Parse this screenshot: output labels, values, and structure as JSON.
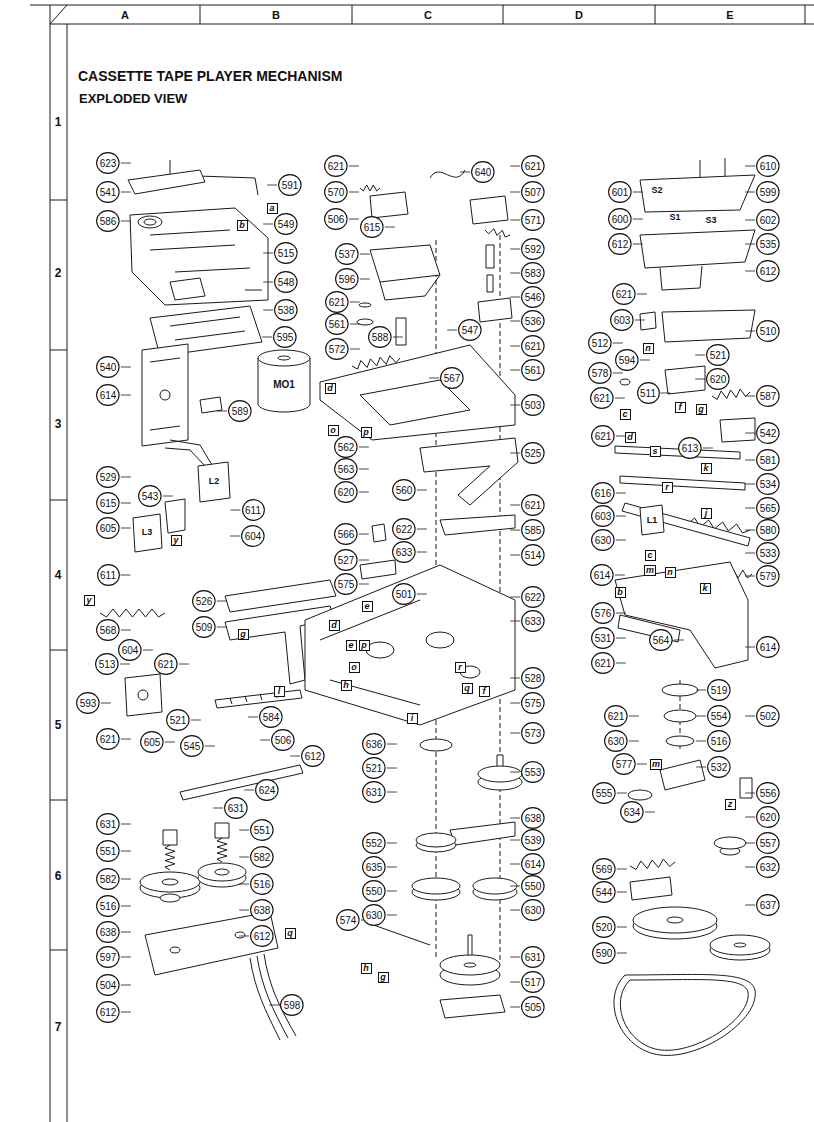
{
  "diagram": {
    "title": "CASSETTE TAPE PLAYER MECHANISM",
    "nodes": [
      {
        "text": [
          "623"
        ]
      },
      {
        "text": [
          "541"
        ]
      },
      {
        "text": [
          "591"
        ]
      },
      {
        "text": [
          "a"
        ]
      },
      {
        "text": [
          "586"
        ]
      },
      {
        "text": [
          "b"
        ]
      },
      {
        "text": [
          "549"
        ]
      },
      {
        "text": [
          "515"
        ]
      },
      {
        "text": [
          "548"
        ]
      },
      {
        "text": [
          "538"
        ]
      },
      {
        "text": [
          "595"
        ]
      },
      {
        "text": [
          "540"
        ]
      },
      {
        "text": [
          "614"
        ]
      },
      {
        "text": [
          "589"
        ]
      },
      {
        "text": [
          "529"
        ]
      },
      {
        "text": [
          "615"
        ]
      },
      {
        "text": [
          "605"
        ]
      },
      {
        "text": [
          "543"
        ]
      },
      {
        "text": [
          "y"
        ]
      },
      {
        "text": [
          "611"
        ]
      },
      {
        "text": [
          "604"
        ]
      },
      {
        "text": [
          "611"
        ]
      },
      {
        "text": [
          "y"
        ]
      },
      {
        "text": [
          "568"
        ]
      },
      {
        "text": [
          "526"
        ]
      },
      {
        "text": [
          "g"
        ]
      },
      {
        "text": [
          "509"
        ]
      },
      {
        "text": [
          "604"
        ]
      },
      {
        "text": [
          "513"
        ]
      },
      {
        "text": [
          "621"
        ]
      },
      {
        "text": [
          "593"
        ]
      },
      {
        "text": [
          "l"
        ]
      },
      {
        "text": [
          "584"
        ]
      },
      {
        "text": [
          "521"
        ]
      },
      {
        "text": [
          "621"
        ]
      },
      {
        "text": [
          "605"
        ]
      },
      {
        "text": [
          "545"
        ]
      },
      {
        "text": [
          "506"
        ]
      },
      {
        "text": [
          "612"
        ]
      },
      {
        "text": [
          "624"
        ]
      },
      {
        "text": [
          "631"
        ]
      },
      {
        "text": [
          "551"
        ]
      },
      {
        "text": [
          "582"
        ]
      },
      {
        "text": [
          "516"
        ]
      },
      {
        "text": [
          "638"
        ]
      },
      {
        "text": [
          "597"
        ]
      },
      {
        "text": [
          "504"
        ]
      },
      {
        "text": [
          "612"
        ]
      },
      {
        "text": [
          "631"
        ]
      },
      {
        "text": [
          "551"
        ]
      },
      {
        "text": [
          "582"
        ]
      },
      {
        "text": [
          "516"
        ]
      },
      {
        "text": [
          "638"
        ]
      },
      {
        "text": [
          "612"
        ]
      },
      {
        "text": [
          "598"
        ]
      },
      {
        "text": [
          "621"
        ]
      },
      {
        "text": [
          "570"
        ]
      },
      {
        "text": [
          "506"
        ]
      },
      {
        "text": [
          "640"
        ]
      },
      {
        "text": [
          "621"
        ]
      },
      {
        "text": [
          "507"
        ]
      },
      {
        "text": [
          "571"
        ]
      },
      {
        "text": [
          "615"
        ]
      },
      {
        "text": [
          "537"
        ]
      },
      {
        "text": [
          "596"
        ]
      },
      {
        "text": [
          "592"
        ]
      },
      {
        "text": [
          "583"
        ]
      },
      {
        "text": [
          "546"
        ]
      },
      {
        "text": [
          "621"
        ]
      },
      {
        "text": [
          "561"
        ]
      },
      {
        "text": [
          "572"
        ]
      },
      {
        "text": [
          "588"
        ]
      },
      {
        "text": [
          "547"
        ]
      },
      {
        "text": [
          "536"
        ]
      },
      {
        "text": [
          "621"
        ]
      },
      {
        "text": [
          "561"
        ]
      },
      {
        "text": [
          "567"
        ]
      },
      {
        "text": [
          "503"
        ]
      },
      {
        "text": [
          "d"
        ]
      },
      {
        "text": [
          "o"
        ]
      },
      {
        "text": [
          "p"
        ]
      },
      {
        "text": [
          "562"
        ]
      },
      {
        "text": [
          "563"
        ]
      },
      {
        "text": [
          "620"
        ]
      },
      {
        "text": [
          "525"
        ]
      },
      {
        "text": [
          "560"
        ]
      },
      {
        "text": [
          "621"
        ]
      },
      {
        "text": [
          "585"
        ]
      },
      {
        "text": [
          "622"
        ]
      },
      {
        "text": [
          "633"
        ]
      },
      {
        "text": [
          "566"
        ]
      },
      {
        "text": [
          "514"
        ]
      },
      {
        "text": [
          "527"
        ]
      },
      {
        "text": [
          "575"
        ]
      },
      {
        "text": [
          "e"
        ]
      },
      {
        "text": [
          "501"
        ]
      },
      {
        "text": [
          "622"
        ]
      },
      {
        "text": [
          "633"
        ]
      },
      {
        "text": [
          "d"
        ]
      },
      {
        "text": [
          "e"
        ]
      },
      {
        "text": [
          "p"
        ]
      },
      {
        "text": [
          "o"
        ]
      },
      {
        "text": [
          "h"
        ]
      },
      {
        "text": [
          "r"
        ]
      },
      {
        "text": [
          "q"
        ]
      },
      {
        "text": [
          "528"
        ]
      },
      {
        "text": [
          "f"
        ]
      },
      {
        "text": [
          "575"
        ]
      },
      {
        "text": [
          "i"
        ]
      },
      {
        "text": [
          "573"
        ]
      },
      {
        "text": [
          "636"
        ]
      },
      {
        "text": [
          "521"
        ]
      },
      {
        "text": [
          "631"
        ]
      },
      {
        "text": [
          "553"
        ]
      },
      {
        "text": [
          "638"
        ]
      },
      {
        "text": [
          "539"
        ]
      },
      {
        "text": [
          "552"
        ]
      },
      {
        "text": [
          "614"
        ]
      },
      {
        "text": [
          "635"
        ]
      },
      {
        "text": [
          "550"
        ]
      },
      {
        "text": [
          "550"
        ]
      },
      {
        "text": [
          "630"
        ]
      },
      {
        "text": [
          "630"
        ]
      },
      {
        "text": [
          "q"
        ]
      },
      {
        "text": [
          "574"
        ]
      },
      {
        "text": [
          "631"
        ]
      },
      {
        "text": [
          "h"
        ]
      },
      {
        "text": [
          "g"
        ]
      },
      {
        "text": [
          "517"
        ]
      },
      {
        "text": [
          "505"
        ]
      },
      {
        "text": [
          "610"
        ]
      },
      {
        "text": [
          "601"
        ]
      },
      {
        "text": [
          "599"
        ]
      },
      {
        "text": [
          "600"
        ]
      },
      {
        "text": [
          "602"
        ]
      },
      {
        "text": [
          "612"
        ]
      },
      {
        "text": [
          "535"
        ]
      },
      {
        "text": [
          "612"
        ]
      },
      {
        "text": [
          "621"
        ]
      },
      {
        "text": [
          "603"
        ]
      },
      {
        "text": [
          "512"
        ]
      },
      {
        "text": [
          "594"
        ]
      },
      {
        "text": [
          "n"
        ]
      },
      {
        "text": [
          "510"
        ]
      },
      {
        "text": [
          "578"
        ]
      },
      {
        "text": [
          "521"
        ]
      },
      {
        "text": [
          "620"
        ]
      },
      {
        "text": [
          "621"
        ]
      },
      {
        "text": [
          "511"
        ]
      },
      {
        "text": [
          "c"
        ]
      },
      {
        "text": [
          "f"
        ]
      },
      {
        "text": [
          "g"
        ]
      },
      {
        "text": [
          "587"
        ]
      },
      {
        "text": [
          "d"
        ]
      },
      {
        "text": [
          "621"
        ]
      },
      {
        "text": [
          "542"
        ]
      },
      {
        "text": [
          "s"
        ]
      },
      {
        "text": [
          "613"
        ]
      },
      {
        "text": [
          "581"
        ]
      },
      {
        "text": [
          "k"
        ]
      },
      {
        "text": [
          "534"
        ]
      },
      {
        "text": [
          "r"
        ]
      },
      {
        "text": [
          "616"
        ]
      },
      {
        "text": [
          "565"
        ]
      },
      {
        "text": [
          "j"
        ]
      },
      {
        "text": [
          "580"
        ]
      },
      {
        "text": [
          "603"
        ]
      },
      {
        "text": [
          "630"
        ]
      },
      {
        "text": [
          "533"
        ]
      },
      {
        "text": [
          "579"
        ]
      },
      {
        "text": [
          "614"
        ]
      },
      {
        "text": [
          "b"
        ]
      },
      {
        "text": [
          "c"
        ]
      },
      {
        "text": [
          "m"
        ]
      },
      {
        "text": [
          "n"
        ]
      },
      {
        "text": [
          "k"
        ]
      },
      {
        "text": [
          "576"
        ]
      },
      {
        "text": [
          "531"
        ]
      },
      {
        "text": [
          "564"
        ]
      },
      {
        "text": [
          "621"
        ]
      },
      {
        "text": [
          "614"
        ]
      },
      {
        "text": [
          "519"
        ]
      },
      {
        "text": [
          "621"
        ]
      },
      {
        "text": [
          "554"
        ]
      },
      {
        "text": [
          "502"
        ]
      },
      {
        "text": [
          "630"
        ]
      },
      {
        "text": [
          "516"
        ]
      },
      {
        "text": [
          "577"
        ]
      },
      {
        "text": [
          "m"
        ]
      },
      {
        "text": [
          "532"
        ]
      },
      {
        "text": [
          "556"
        ]
      },
      {
        "text": [
          "555"
        ]
      },
      {
        "text": [
          "z"
        ]
      },
      {
        "text": [
          "634"
        ]
      },
      {
        "text": [
          "620"
        ]
      },
      {
        "text": [
          "557"
        ]
      },
      {
        "text": [
          "632"
        ]
      },
      {
        "text": [
          "569"
        ]
      },
      {
        "text": [
          "544"
        ]
      },
      {
        "text": [
          "637"
        ]
      },
      {
        "text": [
          "520"
        ]
      },
      {
        "text": [
          "590"
        ]
      }
    ],
    "labels": [
      "A",
      "B",
      "C",
      "D",
      "E",
      "1",
      "2",
      "3",
      "4",
      "5",
      "6",
      "7",
      "EXPLODED VIEW",
      "S2",
      "S1",
      "S3",
      "MO1",
      "L2",
      "L3",
      "L1"
    ]
  }
}
